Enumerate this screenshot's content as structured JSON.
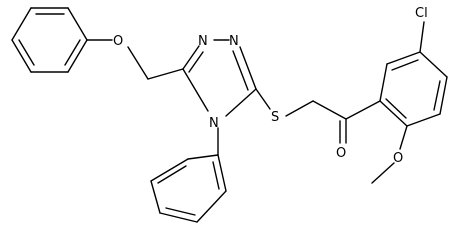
{
  "molecule": {
    "atoms": {
      "n1": "N",
      "n2": "N",
      "n4": "N",
      "ether_o": "O",
      "sulfur": "S",
      "carbonyl_o": "O",
      "chlorine": "Cl",
      "methoxy_o": "O"
    }
  }
}
